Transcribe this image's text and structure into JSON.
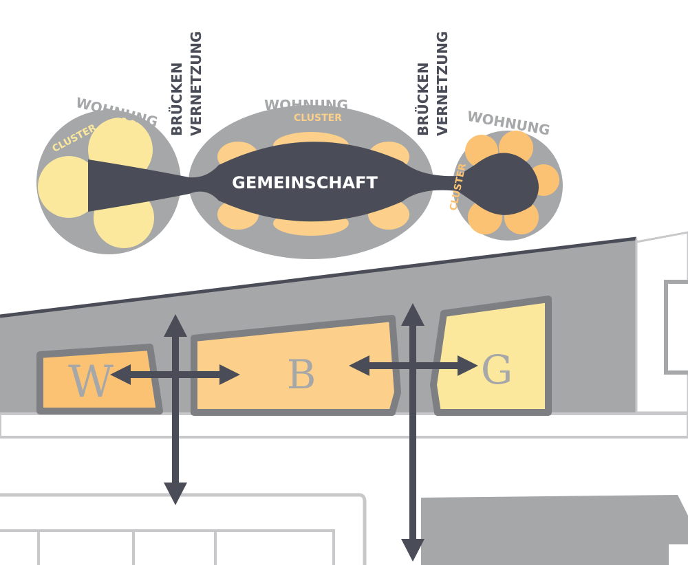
{
  "colors": {
    "gray_dark": "#4a4d58",
    "gray_mid": "#a6a7a9",
    "gray_light": "#c8c8ca",
    "yellow_light": "#fbe89d",
    "orange_light": "#fcd08a",
    "orange_mid": "#fbc274",
    "white": "#ffffff"
  },
  "labels": {
    "wohnung_left": "WOHNUNG",
    "cluster_left": "CLUSTER",
    "wohnung_center": "WOHNUNG",
    "cluster_center": "CLUSTER",
    "wohnung_right": "WOHNUNG",
    "cluster_right": "CLUSTER",
    "bruecken_left": "BRÜCKEN",
    "vernetzung_left": "VERNETZUNG",
    "bruecken_right": "BRÜCKEN",
    "vernetzung_right": "VERNETZUNG",
    "gemeinschaft": "GEMEINSCHAFT",
    "unit_w": "W",
    "unit_b": "B",
    "unit_g": "G"
  }
}
